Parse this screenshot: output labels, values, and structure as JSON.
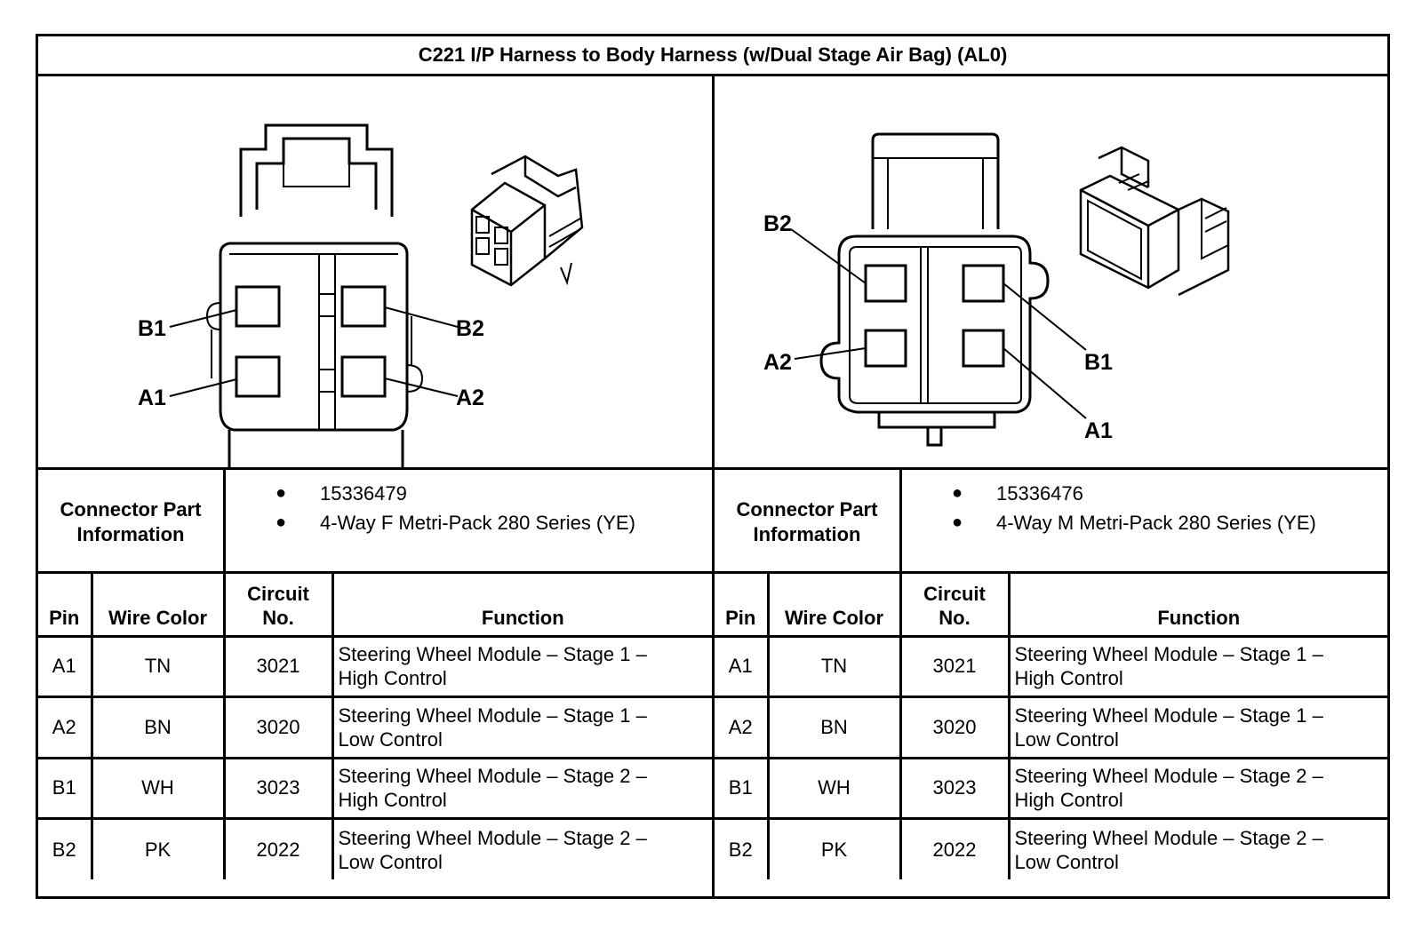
{
  "title": "C221 I/P Harness to Body Harness (w/Dual Stage Air Bag) (AL0)",
  "left": {
    "pin_labels": {
      "b1": "B1",
      "b2": "B2",
      "a1": "A1",
      "a2": "A2"
    },
    "info_label_line1": "Connector Part",
    "info_label_line2": "Information",
    "info_items": [
      "15336479",
      "4-Way F Metri-Pack 280 Series (YE)"
    ],
    "headers": {
      "pin": "Pin",
      "wire_color": "Wire Color",
      "circuit_line1": "Circuit",
      "circuit_line2": "No.",
      "function": "Function"
    },
    "rows": [
      {
        "pin": "A1",
        "color": "TN",
        "circuit": "3021",
        "func1": "Steering Wheel Module – Stage 1 –",
        "func2": "High Control"
      },
      {
        "pin": "A2",
        "color": "BN",
        "circuit": "3020",
        "func1": "Steering Wheel Module – Stage 1 –",
        "func2": "Low Control"
      },
      {
        "pin": "B1",
        "color": "WH",
        "circuit": "3023",
        "func1": "Steering Wheel Module – Stage 2 –",
        "func2": "High Control"
      },
      {
        "pin": "B2",
        "color": "PK",
        "circuit": "2022",
        "func1": "Steering Wheel Module – Stage 2 –",
        "func2": "Low Control"
      }
    ]
  },
  "right": {
    "pin_labels": {
      "b1": "B1",
      "b2": "B2",
      "a1": "A1",
      "a2": "A2"
    },
    "info_label_line1": "Connector Part",
    "info_label_line2": "Information",
    "info_items": [
      "15336476",
      "4-Way M Metri-Pack 280 Series (YE)"
    ],
    "headers": {
      "pin": "Pin",
      "wire_color": "Wire Color",
      "circuit_line1": "Circuit",
      "circuit_line2": "No.",
      "function": "Function"
    },
    "rows": [
      {
        "pin": "A1",
        "color": "TN",
        "circuit": "3021",
        "func1": "Steering Wheel Module – Stage 1 –",
        "func2": "High Control"
      },
      {
        "pin": "A2",
        "color": "BN",
        "circuit": "3020",
        "func1": "Steering Wheel Module – Stage 1 –",
        "func2": "Low Control"
      },
      {
        "pin": "B1",
        "color": "WH",
        "circuit": "3023",
        "func1": "Steering Wheel Module – Stage 2 –",
        "func2": "High Control"
      },
      {
        "pin": "B2",
        "color": "PK",
        "circuit": "2022",
        "func1": "Steering Wheel Module – Stage 2 –",
        "func2": "Low Control"
      }
    ]
  }
}
